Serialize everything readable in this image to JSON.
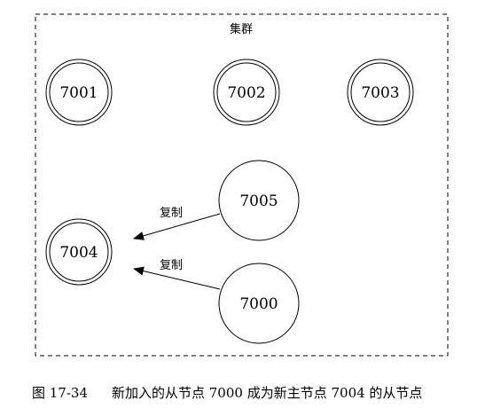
{
  "cluster": {
    "label": "集群"
  },
  "nodes": {
    "n7001": "7001",
    "n7002": "7002",
    "n7003": "7003",
    "n7004": "7004",
    "n7005": "7005",
    "n7000": "7000"
  },
  "edges": {
    "e7005": "复制",
    "e7000": "复制"
  },
  "caption": {
    "number": "图 17-34",
    "text": "新加入的从节点 7000 成为新主节点 7004 的从节点"
  }
}
